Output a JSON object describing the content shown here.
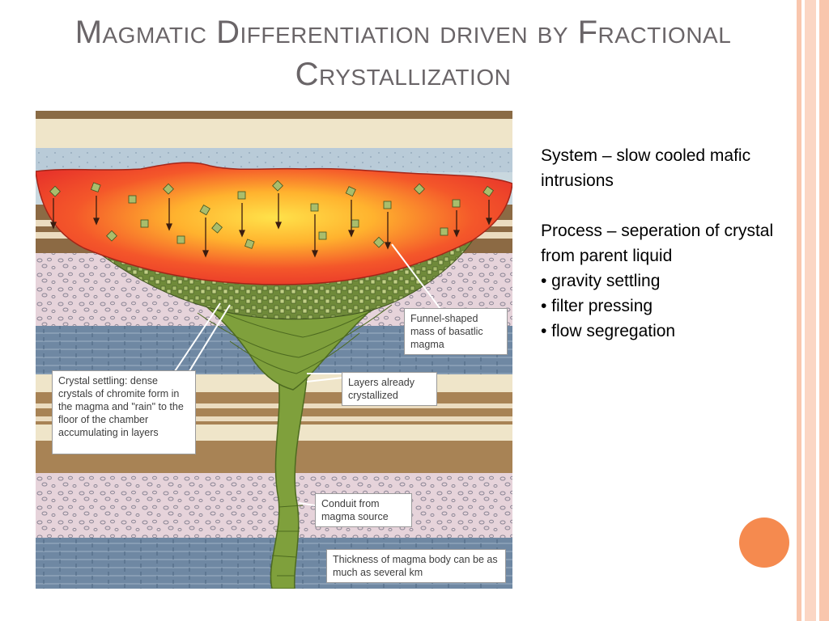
{
  "slide": {
    "title": "Magmatic Differentiation driven by Fractional Crystallization",
    "body": {
      "system": "System – slow cooled mafic intrusions",
      "process": "Process – seperation of crystal from parent liquid",
      "bullets": [
        "• gravity settling",
        "• filter pressing",
        "• flow segregation"
      ]
    }
  },
  "figure": {
    "callouts": {
      "funnel": "Funnel-shaped mass of basatlic magma",
      "crystal_settling": "Crystal settling: dense crystals of chromite form in the magma and \"rain\" to the floor of the chamber accumulating in layers",
      "layers": "Layers already crystallized",
      "conduit": "Conduit from magma source",
      "thickness": "Thickness of magma body can be as much as several km"
    }
  },
  "colors": {
    "accent_orange": "#f58a4f",
    "stripe_peach": "#f9c6ad",
    "title_gray": "#6a6568",
    "magma_red": "#e8352a",
    "magma_yellow": "#ffd33a",
    "crystallized_green": "#7fa03c"
  }
}
